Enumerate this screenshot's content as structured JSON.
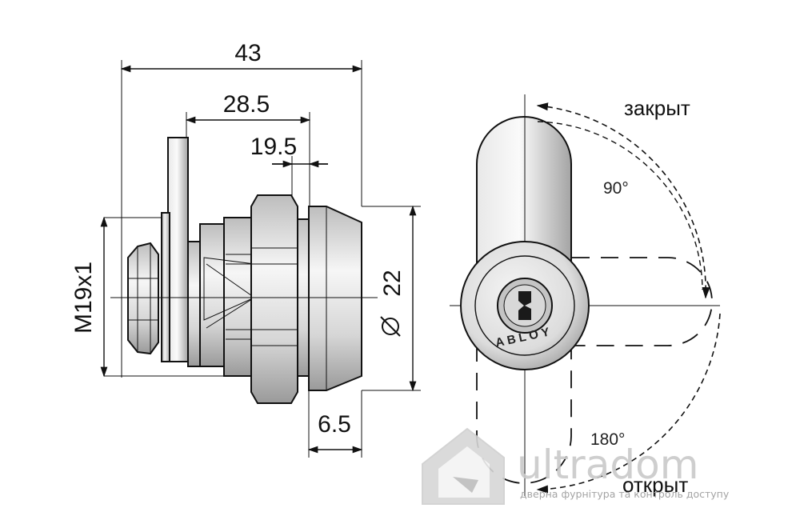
{
  "dimensions": {
    "overall_length": "43",
    "body_length": "28.5",
    "flange_to_nut": "19.5",
    "front_depth": "6.5",
    "diameter": "22",
    "thread": "M19x1"
  },
  "rotation": {
    "closed_label": "закрыт",
    "open_label": "открыт",
    "angle_90": "90°",
    "angle_180": "180°"
  },
  "key_face": {
    "brand_text": "ABLOY"
  },
  "watermark": {
    "logo_text": "ultradom",
    "tagline": "дверна фурнітура та контроль доступу"
  },
  "colors": {
    "metal_light": "#ececec",
    "metal_mid": "#c8c8c8",
    "metal_dark": "#8e8e8e",
    "line": "#111111",
    "watermark": "#c9c9c9"
  }
}
